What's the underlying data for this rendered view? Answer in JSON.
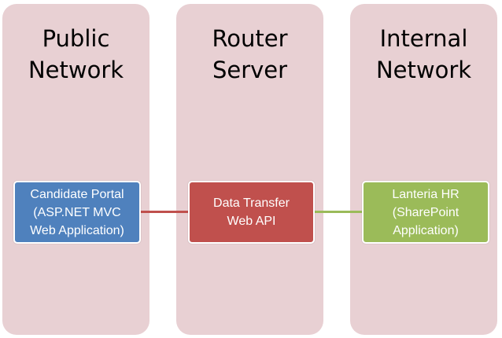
{
  "colors": {
    "column_background": "#e8d0d3",
    "portal": "#4f81bd",
    "api": "#c0504d",
    "hr": "#9bbb59",
    "connector_left": "#c0504d",
    "connector_right": "#9bbb59"
  },
  "columns": [
    {
      "title_lines": [
        "Public",
        "Network"
      ]
    },
    {
      "title_lines": [
        "Router",
        "Server"
      ]
    },
    {
      "title_lines": [
        "Internal",
        "Network"
      ]
    }
  ],
  "nodes": {
    "portal": {
      "lines": [
        "Candidate Portal",
        "(ASP.NET MVC",
        "Web Application)"
      ]
    },
    "api": {
      "lines": [
        "Data Transfer",
        "Web API"
      ]
    },
    "hr": {
      "lines": [
        "Lanteria HR",
        "(SharePoint",
        "Application)"
      ]
    }
  }
}
